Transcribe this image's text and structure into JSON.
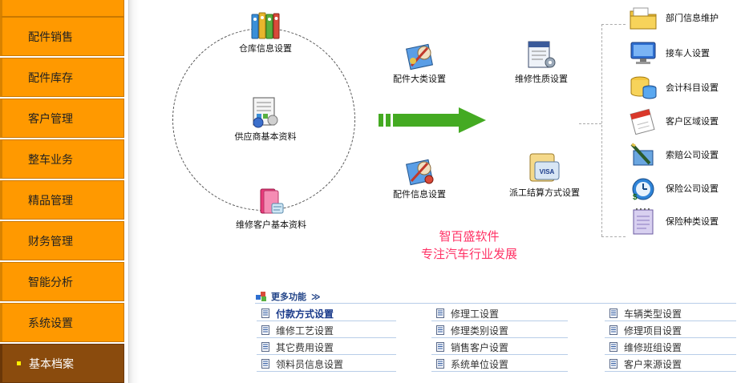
{
  "sidebar": {
    "items": [
      {
        "label": "配件销售"
      },
      {
        "label": "配件库存"
      },
      {
        "label": "客户管理"
      },
      {
        "label": "整车业务"
      },
      {
        "label": "精品管理"
      },
      {
        "label": "财务管理"
      },
      {
        "label": "智能分析"
      },
      {
        "label": "系统设置"
      },
      {
        "label": "基本档案",
        "active": true
      }
    ]
  },
  "diagram": {
    "circle_nodes": [
      {
        "label": "仓库信息设置",
        "icon": "binders-icon"
      },
      {
        "label": "供应商基本资料",
        "icon": "supplier-records-icon"
      },
      {
        "label": "维修客户基本资料",
        "icon": "customer-folder-icon"
      }
    ],
    "middle_nodes": [
      {
        "label": "配件大类设置",
        "icon": "parts-category-icon"
      },
      {
        "label": "配件信息设置",
        "icon": "parts-info-icon"
      },
      {
        "label": "维修性质设置",
        "icon": "repair-nature-icon"
      },
      {
        "label": "派工结算方式设置",
        "icon": "visa-card-icon"
      }
    ],
    "right_items": [
      {
        "label": "部门信息维护",
        "icon": "folder-icon"
      },
      {
        "label": "接车人设置",
        "icon": "monitor-icon"
      },
      {
        "label": "会计科目设置",
        "icon": "database-icon"
      },
      {
        "label": "客户区域设置",
        "icon": "calendar-icon"
      },
      {
        "label": "索赔公司设置",
        "icon": "pen-icon"
      },
      {
        "label": "保险公司设置",
        "icon": "clock-icon"
      },
      {
        "label": "保险种类设置",
        "icon": "notepad-icon"
      }
    ],
    "brand_line1": "智百盛软件",
    "brand_line2": "专注汽车行业发展"
  },
  "more": {
    "title": "更多功能",
    "arrows": "≫",
    "columns": [
      [
        "付款方式设置",
        "维修工艺设置",
        "其它费用设置",
        "领料员信息设置"
      ],
      [
        "修理工设置",
        "修理类别设置",
        "销售客户设置",
        "系统单位设置"
      ],
      [
        "车辆类型设置",
        "修理项目设置",
        "维修班组设置",
        "客户来源设置"
      ]
    ]
  },
  "colors": {
    "nav_bg": "#ff9900",
    "nav_active_bg": "#8a4b0d",
    "arrow_green": "#44aa22",
    "brand_pink": "#ff3366",
    "link_rule": "#b8cde8"
  }
}
